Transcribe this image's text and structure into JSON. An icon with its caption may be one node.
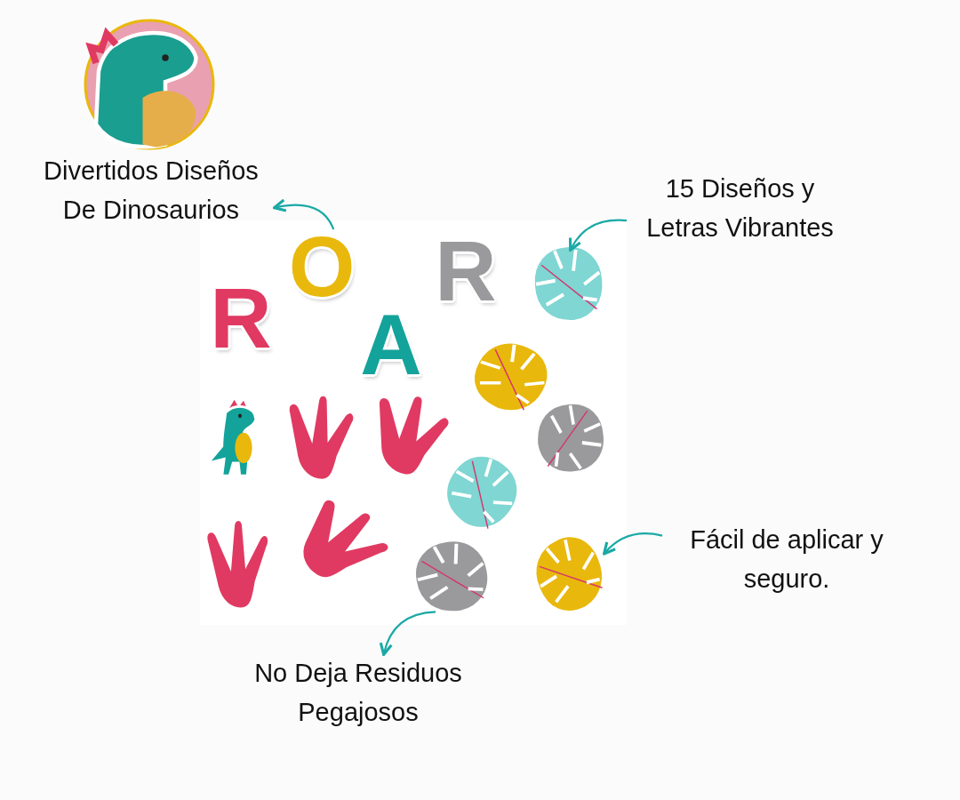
{
  "diagram": {
    "nodes": [
      {
        "text": [],
        "shape": "picture"
      },
      {
        "text": [
          "Divertidos Diseños De Dinosaurios"
        ]
      },
      {
        "text": [
          "15 Diseños y Letras Vibrantes"
        ]
      },
      {
        "text": [
          "Fácil de aplicar y seguro."
        ]
      },
      {
        "text": [
          "No Deja Residuos Pegajosos"
        ]
      },
      {
        "text": [
          "R"
        ]
      },
      {
        "text": [
          "O"
        ]
      },
      {
        "text": [
          "R"
        ]
      },
      {
        "text": [],
        "shape": "picture"
      },
      {
        "text": [
          "A"
        ]
      },
      {
        "text": [],
        "shape": "picture"
      },
      {
        "text": [],
        "shape": "picture"
      },
      {
        "text": [],
        "shape": "picture"
      },
      {
        "text": [],
        "shape": "picture"
      },
      {
        "text": [],
        "shape": "picture"
      },
      {
        "text": [],
        "shape": "picture"
      },
      {
        "text": [],
        "shape": "picture"
      },
      {
        "text": [],
        "shape": "picture"
      },
      {
        "text": [],
        "shape": "picture"
      },
      {
        "text": [],
        "shape": "picture"
      }
    ],
    "edges": [
      {
        "from": 6,
        "to": 1,
        "arrow": "to"
      },
      {
        "from": 2,
        "to": 8,
        "arrow": "to"
      },
      {
        "from": 3,
        "to": 19,
        "arrow": "to"
      },
      {
        "from": 18,
        "to": 4,
        "arrow": "to"
      }
    ]
  }
}
